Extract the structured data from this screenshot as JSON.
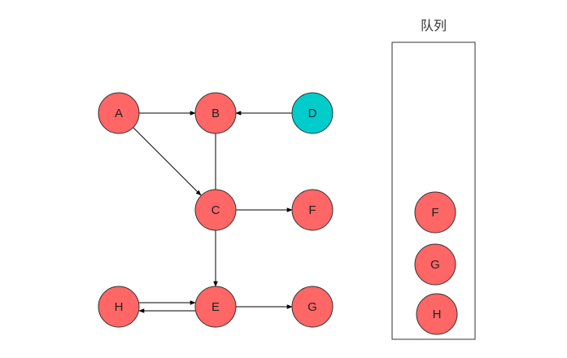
{
  "graph": {
    "nodes": [
      {
        "id": "A",
        "label": "A",
        "color": "#ff6666"
      },
      {
        "id": "B",
        "label": "B",
        "color": "#ff6666"
      },
      {
        "id": "D",
        "label": "D",
        "color": "#00cccc"
      },
      {
        "id": "C",
        "label": "C",
        "color": "#ff6666"
      },
      {
        "id": "F",
        "label": "F",
        "color": "#ff6666"
      },
      {
        "id": "H",
        "label": "H",
        "color": "#ff6666"
      },
      {
        "id": "E",
        "label": "E",
        "color": "#ff6666"
      },
      {
        "id": "G",
        "label": "G",
        "color": "#ff6666"
      }
    ],
    "edges": [
      {
        "from": "A",
        "to": "B",
        "directed": true
      },
      {
        "from": "D",
        "to": "B",
        "directed": true
      },
      {
        "from": "A",
        "to": "C",
        "directed": true
      },
      {
        "from": "B",
        "to": "C",
        "directed": false
      },
      {
        "from": "C",
        "to": "F",
        "directed": true
      },
      {
        "from": "C",
        "to": "E",
        "directed": true
      },
      {
        "from": "H",
        "to": "E",
        "directed": true
      },
      {
        "from": "E",
        "to": "H",
        "directed": true
      },
      {
        "from": "E",
        "to": "G",
        "directed": true
      }
    ]
  },
  "queue": {
    "title": "队列",
    "items": [
      {
        "label": "F",
        "color": "#ff6666"
      },
      {
        "label": "G",
        "color": "#ff6666"
      },
      {
        "label": "H",
        "color": "#ff6666"
      }
    ]
  }
}
